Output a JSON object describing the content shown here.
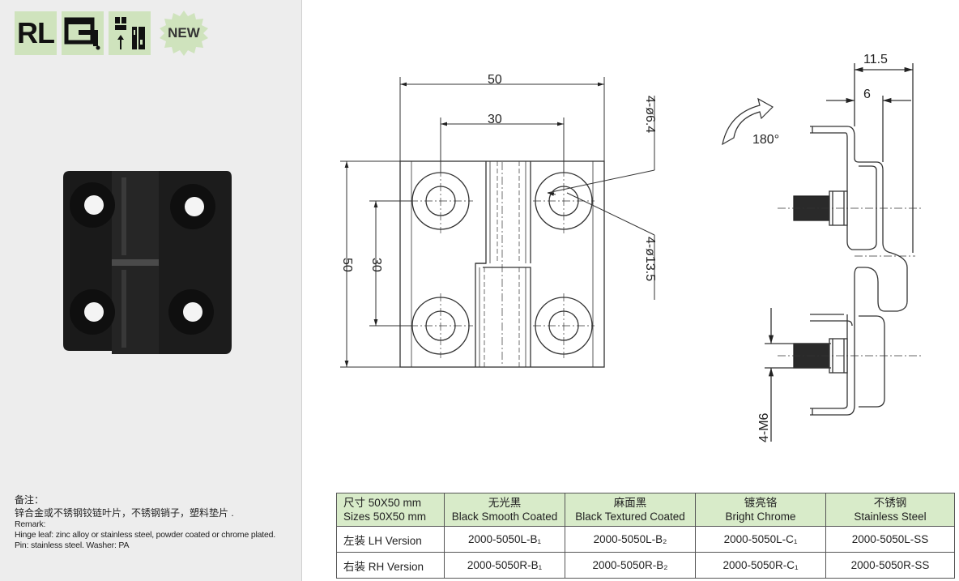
{
  "badges": {
    "rl": "RL",
    "new": "NEW",
    "icons": [
      "panel-mount-icon",
      "hinge-direction-icon"
    ]
  },
  "remark": {
    "title": "备注：",
    "cn": "锌合金或不锈钢铰链叶片，不锈钢销子，塑料垫片 .",
    "label_en": "Remark:",
    "line1": "Hinge leaf: zinc alloy or stainless steel, powder coated or chrome plated.",
    "line2": "Pin: stainless steel.  Washer: PA"
  },
  "dimensions": {
    "overall_width": "50",
    "hole_spacing_h": "30",
    "overall_height": "50",
    "hole_spacing_v": "30",
    "hole_dia": "4-ø6.4",
    "counterbore_dia": "4-ø13.5",
    "rotation": "180°",
    "side_depth": "11.5",
    "side_offset": "6",
    "thread": "4-M6"
  },
  "table": {
    "header": [
      [
        "尺寸 50X50 mm",
        "Sizes 50X50 mm"
      ],
      [
        "无光黑",
        "Black Smooth Coated"
      ],
      [
        "麻面黑",
        "Black Textured Coated"
      ],
      [
        "镀亮铬",
        "Bright Chrome"
      ],
      [
        "不锈钢",
        "Stainless Steel"
      ]
    ],
    "rows": [
      [
        "左装 LH Version",
        "2000-5050L-B₁",
        "2000-5050L-B₂",
        "2000-5050L-C₁",
        "2000-5050L-SS"
      ],
      [
        "右装 RH Version",
        "2000-5050R-B₁",
        "2000-5050R-B₂",
        "2000-5050R-C₁",
        "2000-5050R-SS"
      ]
    ]
  },
  "colors": {
    "badge_bg": "#cfe3bd",
    "header_bg": "#d8ebc9",
    "panel_bg": "#ededed"
  }
}
